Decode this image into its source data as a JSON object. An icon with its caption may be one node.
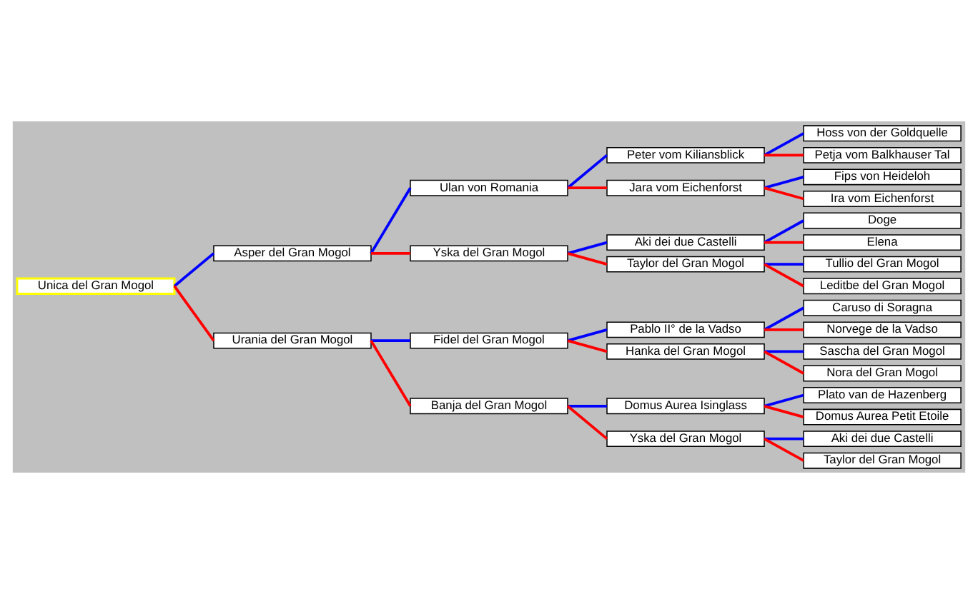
{
  "diagram": {
    "nodes": [
      {
        "text": [
          "Hoss von der Goldquelle"
        ]
      },
      {
        "text": [
          "Peter vom Kiliansblick"
        ]
      },
      {
        "text": [
          "Petja vom Balkhauser Tal"
        ]
      },
      {
        "text": [
          "Ulan von Romania"
        ]
      },
      {
        "text": [
          "Fips von Heideloh"
        ]
      },
      {
        "text": [
          "Jara vom Eichenforst"
        ]
      },
      {
        "text": [
          "Ira vom Eichenforst"
        ]
      },
      {
        "text": [
          "Asper del Gran Mogol"
        ]
      },
      {
        "text": [
          "Doge"
        ]
      },
      {
        "text": [
          "Aki dei due Castelli"
        ]
      },
      {
        "text": [
          "Elena"
        ]
      },
      {
        "text": [
          "Yska del Gran Mogol"
        ]
      },
      {
        "text": [
          "Tullio del Gran Mogol"
        ]
      },
      {
        "text": [
          "Taylor del Gran Mogol"
        ]
      },
      {
        "text": [
          "Leditbe del Gran Mogol"
        ]
      },
      {
        "text": [
          "Unica del Gran Mogol"
        ]
      },
      {
        "text": [
          "Caruso di Soragna"
        ]
      },
      {
        "text": [
          "Pablo II° de la Vadso"
        ]
      },
      {
        "text": [
          "Norvege de la Vadso"
        ]
      },
      {
        "text": [
          "Fidel del Gran Mogol"
        ]
      },
      {
        "text": [
          "Sascha del Gran Mogol"
        ]
      },
      {
        "text": [
          "Hanka del Gran Mogol"
        ]
      },
      {
        "text": [
          "Nora del Gran Mogol"
        ]
      },
      {
        "text": [
          "Urania del Gran Mogol"
        ]
      },
      {
        "text": [
          "Plato van de Hazenberg"
        ]
      },
      {
        "text": [
          "Domus Aurea Isinglass"
        ]
      },
      {
        "text": [
          "Domus Aurea Petit Etoile"
        ]
      },
      {
        "text": [
          "Banja del Gran Mogol"
        ]
      },
      {
        "text": [
          "Aki dei due Castelli"
        ]
      },
      {
        "text": [
          "Yska del Gran Mogol"
        ]
      },
      {
        "text": [
          "Taylor del Gran Mogol"
        ]
      }
    ],
    "edges": [
      {
        "from": 15,
        "to": 7,
        "arrow": "none",
        "color": "#0000ff"
      },
      {
        "from": 15,
        "to": 23,
        "arrow": "none",
        "color": "#ff0000"
      },
      {
        "from": 7,
        "to": 3,
        "arrow": "none",
        "color": "#0000ff"
      },
      {
        "from": 7,
        "to": 11,
        "arrow": "none",
        "color": "#ff0000"
      },
      {
        "from": 23,
        "to": 19,
        "arrow": "none",
        "color": "#0000ff"
      },
      {
        "from": 23,
        "to": 27,
        "arrow": "none",
        "color": "#ff0000"
      },
      {
        "from": 3,
        "to": 1,
        "arrow": "none",
        "color": "#0000ff"
      },
      {
        "from": 3,
        "to": 5,
        "arrow": "none",
        "color": "#ff0000"
      },
      {
        "from": 11,
        "to": 9,
        "arrow": "none",
        "color": "#0000ff"
      },
      {
        "from": 11,
        "to": 13,
        "arrow": "none",
        "color": "#ff0000"
      },
      {
        "from": 19,
        "to": 17,
        "arrow": "none",
        "color": "#0000ff"
      },
      {
        "from": 19,
        "to": 21,
        "arrow": "none",
        "color": "#ff0000"
      },
      {
        "from": 27,
        "to": 25,
        "arrow": "none",
        "color": "#0000ff"
      },
      {
        "from": 27,
        "to": 29,
        "arrow": "none",
        "color": "#ff0000"
      },
      {
        "from": 1,
        "to": 0,
        "arrow": "none",
        "color": "#0000ff"
      },
      {
        "from": 1,
        "to": 2,
        "arrow": "none",
        "color": "#ff0000"
      },
      {
        "from": 5,
        "to": 4,
        "arrow": "none",
        "color": "#0000ff"
      },
      {
        "from": 5,
        "to": 6,
        "arrow": "none",
        "color": "#ff0000"
      },
      {
        "from": 9,
        "to": 8,
        "arrow": "none",
        "color": "#0000ff"
      },
      {
        "from": 9,
        "to": 10,
        "arrow": "none",
        "color": "#ff0000"
      },
      {
        "from": 13,
        "to": 12,
        "arrow": "none",
        "color": "#0000ff"
      },
      {
        "from": 13,
        "to": 14,
        "arrow": "none",
        "color": "#ff0000"
      },
      {
        "from": 17,
        "to": 16,
        "arrow": "none",
        "color": "#0000ff"
      },
      {
        "from": 17,
        "to": 18,
        "arrow": "none",
        "color": "#ff0000"
      },
      {
        "from": 21,
        "to": 20,
        "arrow": "none",
        "color": "#0000ff"
      },
      {
        "from": 21,
        "to": 22,
        "arrow": "none",
        "color": "#ff0000"
      },
      {
        "from": 25,
        "to": 24,
        "arrow": "none",
        "color": "#0000ff"
      },
      {
        "from": 25,
        "to": 26,
        "arrow": "none",
        "color": "#ff0000"
      },
      {
        "from": 29,
        "to": 28,
        "arrow": "none",
        "color": "#0000ff"
      },
      {
        "from": 29,
        "to": 30,
        "arrow": "none",
        "color": "#ff0000"
      }
    ]
  }
}
